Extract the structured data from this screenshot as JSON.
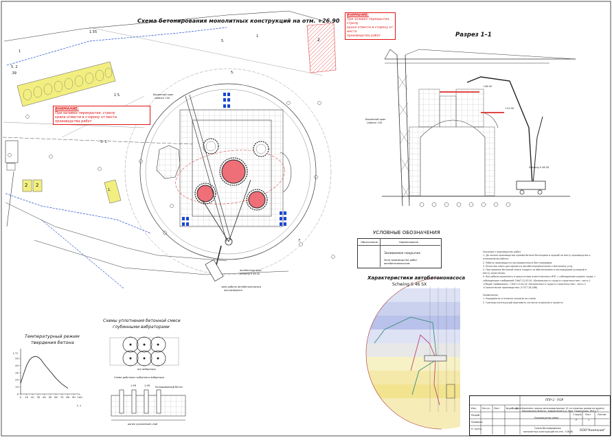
{
  "titles": {
    "main_scheme": "Схема бетонирования монолитных конструкций на отм. +26.90",
    "section": "Разрез 1–1",
    "legend": "УСЛОВНЫЕ ОБОЗНАЧЕНИЯ",
    "pump_chars": "Характеристики автобетононасоса",
    "pump_model": "Schwing S 46 SX",
    "vibration": "Схемы уплотнения бетонной смеси",
    "vibration2": "глубинными вибраторами",
    "temperature": "Температурный режим",
    "temperature2": "твердения бетона"
  },
  "warning": {
    "heading": "ВНИМАНИЕ:",
    "line1": "При заливке перекрытия, стрелу",
    "line2": "крана отвести в сторону от места",
    "line3": "производства работ"
  },
  "legend": {
    "col1": "Обозначение",
    "col2": "Наименование",
    "row1": "Заливаемое покрытие",
    "row2": "Зона производства работ",
    "row2b": "автобетононасосом"
  },
  "crane_labels": {
    "tower_crane": "Башенный кран",
    "tower_crane2": "Liebherr 150",
    "pump_label": "автобетононасос",
    "pump_model": "Schwing S 46 SX",
    "pump_zone": "зона работы автобетононасоса",
    "pump_zone2": "при развороте",
    "sec_crane": "Башенный кран",
    "sec_crane2": "Liebherr 150",
    "sec_pump": "Schwing S 46 SX",
    "elev1": "+26.90",
    "elev2": "+21.90"
  },
  "plan_numbers": {
    "n1": "1",
    "n1_55": "1.55",
    "n5": "5.",
    "n5_2": "5. 2",
    "n39": ".39",
    "n1_5": "1 5.",
    "n5_1": "5. 1",
    "n2": "2",
    "n1b": "1",
    "n5b": "5.",
    "n2a": "2",
    "n2b": "2",
    "n7": "7.",
    "n1c": "1."
  },
  "vib_labels": {
    "radius": "ось вибратора",
    "note": "Схема действия глубинного вибратора",
    "layer": "Укладываемый бетон",
    "prev": "ранее уложенный слой",
    "d1": "1.5R",
    "d2": "1.5R"
  },
  "temp_chart": {
    "ylabel": "t,°C",
    "xlabel": "t, ч",
    "yticks": [
      "0",
      "10",
      "20",
      "30",
      "40",
      "50"
    ],
    "xticks": [
      "0",
      "10",
      "20",
      "30",
      "40",
      "50",
      "60",
      "70",
      "80",
      "90",
      "100"
    ],
    "chart_data": {
      "type": "line",
      "title": "Температурный режим твердения бетона",
      "xlabel": "t, ч",
      "ylabel": "t,°C",
      "x": [
        0,
        5,
        10,
        15,
        20,
        25,
        30,
        35,
        40,
        50,
        60,
        70,
        80
      ],
      "values": [
        15,
        28,
        40,
        48,
        52,
        53,
        52,
        48,
        42,
        32,
        22,
        14,
        8
      ],
      "xlim": [
        0,
        100
      ],
      "ylim": [
        0,
        60
      ]
    }
  },
  "notes": {
    "head": "Указания к производству работ",
    "l1": "1. До начала производства приема бетона бетонщики и прораб по месту производства и",
    "l2": "    ознакомлены работы.",
    "l3": "2. Работы производятся последовательно без перерывов.",
    "l4": "3. Бетонная смесь доставляется автобетоносмесителем к бетонному узлу.",
    "l5": "4. При приемке бетонной смеси следить за обеспечением и последующей укладкой в",
    "l6": "    месту укрепления.",
    "l7": "5. Все работы выполнять в присутствии ответственного ИТР, с соблюдением охраны труда, с",
    "l8": "    соблюдением требований СНиП 12-03-01 «Безопасность труда в строительстве», часть 1",
    "l9": "    «Общие требования», СНиП 12-04-02 «Безопасность труда в строительстве», часть 2",
    "l10": "    «Строительное производство» (ГОСТ 26-286).",
    "rem": "Примечания:",
    "r1": "1. Координаты и отметки указаны на плане.",
    "r2": "2. Границы конструкций принимать согласно отдельного проекта."
  },
  "stamp": {
    "code": "ППР-2 - ПОР",
    "desc1": "Комплекс жилых многоквартирных 12-ти этажных домов по адресу:",
    "desc2": "Московская область, Химкинский р-н, Мкр. Подрезково, ЖК к.7",
    "work": "Производство работ",
    "sheet_name": "Схема бетонирования",
    "sheet_name2": "монолитных конструкций на отм. +26.90",
    "stage": "Стадия",
    "sheet": "Лист",
    "sheets": "Листов",
    "stage_v": "Р",
    "sheet_v": "1",
    "company": "ООО\"Компания\"",
    "h1": "Изм.",
    "h2": "Кол.уч",
    "h3": "Лист",
    "h4": "№док",
    "h5": "Подп.",
    "h6": "Дата",
    "dev": "Разраб.",
    "chk": "Проверил",
    "nk": "Н. контр."
  },
  "colors": {
    "red": "#e01010",
    "pink": "#ee6f78",
    "blue": "#1a47d0",
    "yellow": "#f2ef80",
    "hatch": "#e04545"
  }
}
